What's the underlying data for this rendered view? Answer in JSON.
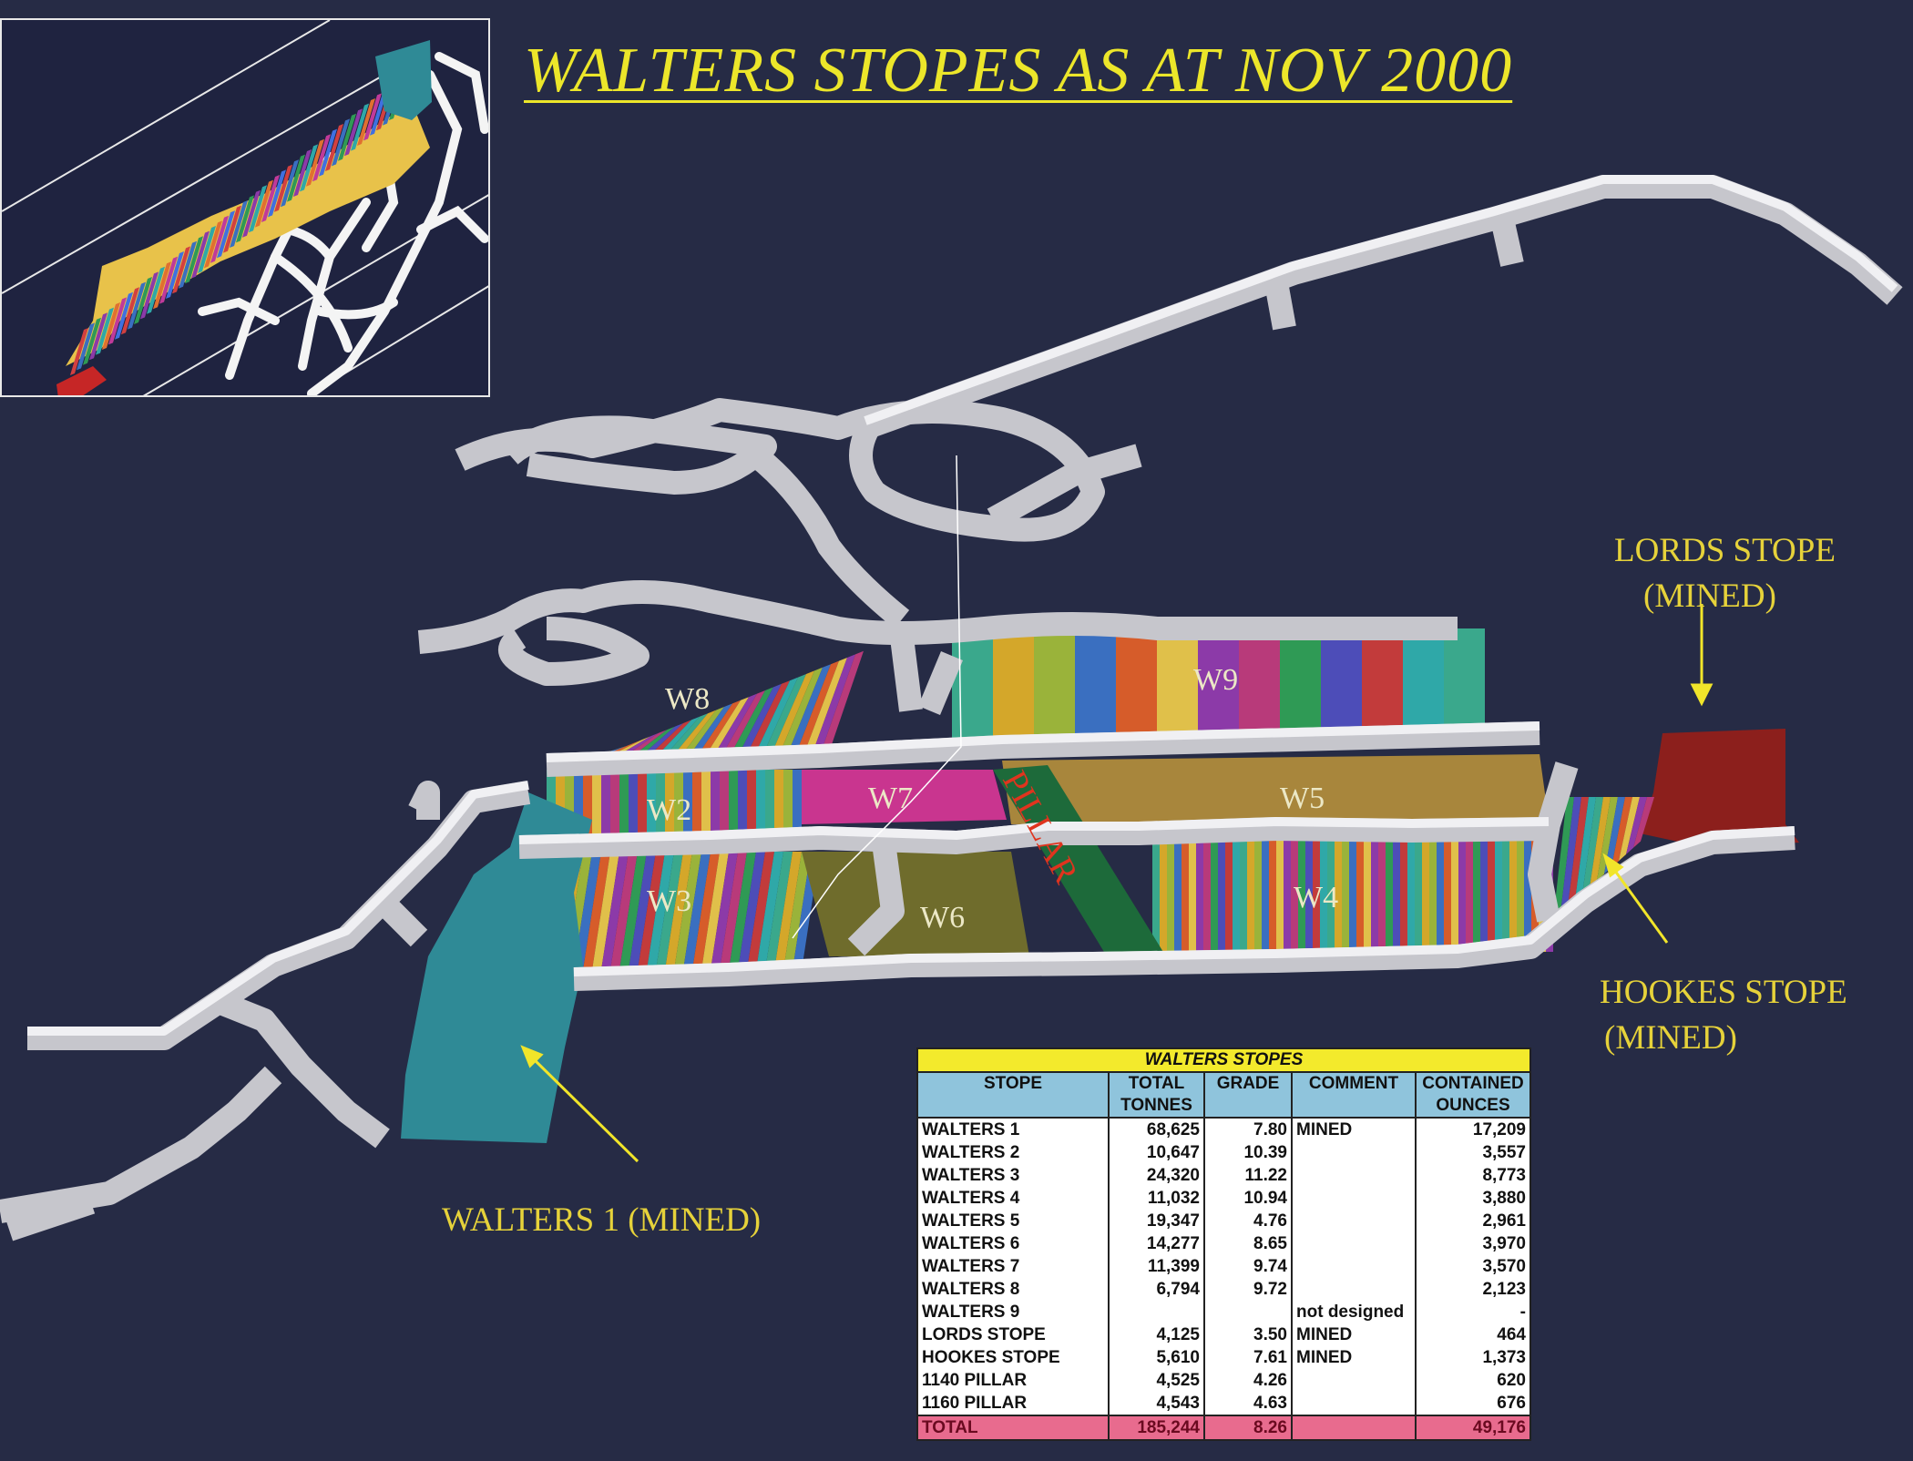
{
  "title": "WALTERS STOPES AS AT NOV 2000",
  "stope_labels": {
    "w8": "W8",
    "w9": "W9",
    "w7": "W7",
    "w5": "W5",
    "w2": "W2",
    "w3": "W3",
    "w6": "W6",
    "w4": "W4",
    "pillar": "PILLAR"
  },
  "callouts": {
    "lords_line1": "LORDS STOPE",
    "lords_line2": "(MINED)",
    "hookes_line1": "HOOKES STOPE",
    "hookes_line2": "(MINED)",
    "walters1": "WALTERS 1 (MINED)"
  },
  "colors": {
    "background": "#262b45",
    "title": "#ece62a",
    "callout_text": "#e6d23a",
    "drive": "#d8d8dc",
    "walters1_stope": "#2f8a96",
    "lords_stope": "#8c1f1c",
    "w5_stope": "#a8863c",
    "w6_stope": "#6f6c2c",
    "w7_stope": "#c9358f",
    "pillar": "#1d6a3a",
    "pillar_text": "#e0341e",
    "table_caption": "#f3ea2c",
    "table_header": "#8fc4dc",
    "table_total": "#e86b8e"
  },
  "table": {
    "caption": "WALTERS STOPES",
    "headers": {
      "stope": "STOPE",
      "tonnes_1": "TOTAL",
      "tonnes_2": "TONNES",
      "grade": "GRADE",
      "comment": "COMMENT",
      "ounces_1": "CONTAINED",
      "ounces_2": "OUNCES"
    },
    "rows": [
      {
        "stope": "WALTERS 1",
        "tonnes": "68,625",
        "grade": "7.80",
        "comment": "MINED",
        "ounces": "17,209"
      },
      {
        "stope": "WALTERS 2",
        "tonnes": "10,647",
        "grade": "10.39",
        "comment": "",
        "ounces": "3,557"
      },
      {
        "stope": "WALTERS 3",
        "tonnes": "24,320",
        "grade": "11.22",
        "comment": "",
        "ounces": "8,773"
      },
      {
        "stope": "WALTERS 4",
        "tonnes": "11,032",
        "grade": "10.94",
        "comment": "",
        "ounces": "3,880"
      },
      {
        "stope": "WALTERS 5",
        "tonnes": "19,347",
        "grade": "4.76",
        "comment": "",
        "ounces": "2,961"
      },
      {
        "stope": "WALTERS 6",
        "tonnes": "14,277",
        "grade": "8.65",
        "comment": "",
        "ounces": "3,970"
      },
      {
        "stope": "WALTERS 7",
        "tonnes": "11,399",
        "grade": "9.74",
        "comment": "",
        "ounces": "3,570"
      },
      {
        "stope": "WALTERS 8",
        "tonnes": "6,794",
        "grade": "9.72",
        "comment": "",
        "ounces": "2,123"
      },
      {
        "stope": "WALTERS 9",
        "tonnes": "",
        "grade": "",
        "comment": "not designed",
        "ounces": "-"
      },
      {
        "stope": "LORDS STOPE",
        "tonnes": "4,125",
        "grade": "3.50",
        "comment": "MINED",
        "ounces": "464"
      },
      {
        "stope": "HOOKES STOPE",
        "tonnes": "5,610",
        "grade": "7.61",
        "comment": "MINED",
        "ounces": "1,373"
      },
      {
        "stope": "1140 PILLAR",
        "tonnes": "4,525",
        "grade": "4.26",
        "comment": "",
        "ounces": "620"
      },
      {
        "stope": "1160 PILLAR",
        "tonnes": "4,543",
        "grade": "4.63",
        "comment": "",
        "ounces": "676"
      }
    ],
    "total": {
      "stope": "TOTAL",
      "tonnes": "185,244",
      "grade": "8.26",
      "comment": "",
      "ounces": "49,176"
    }
  }
}
